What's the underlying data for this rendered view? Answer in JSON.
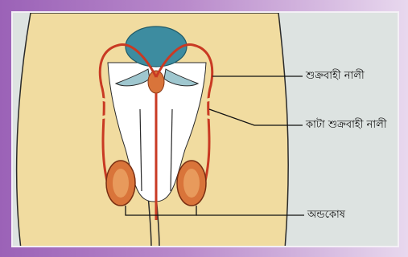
{
  "labels": {
    "vas_deferens": "শুক্রবাহী নালী",
    "cut_vas_deferens": "কাটা শুক্রবাহী নালী",
    "testis": "অন্ডকোষ"
  },
  "colors": {
    "frame": "#9b62b7",
    "panel_bg": "#dde3e1",
    "body_skin": "#f1dca0",
    "duct_red": "#c93a23",
    "bladder_blue": "#3d8ca0",
    "testis_orange": "#d9743a"
  }
}
